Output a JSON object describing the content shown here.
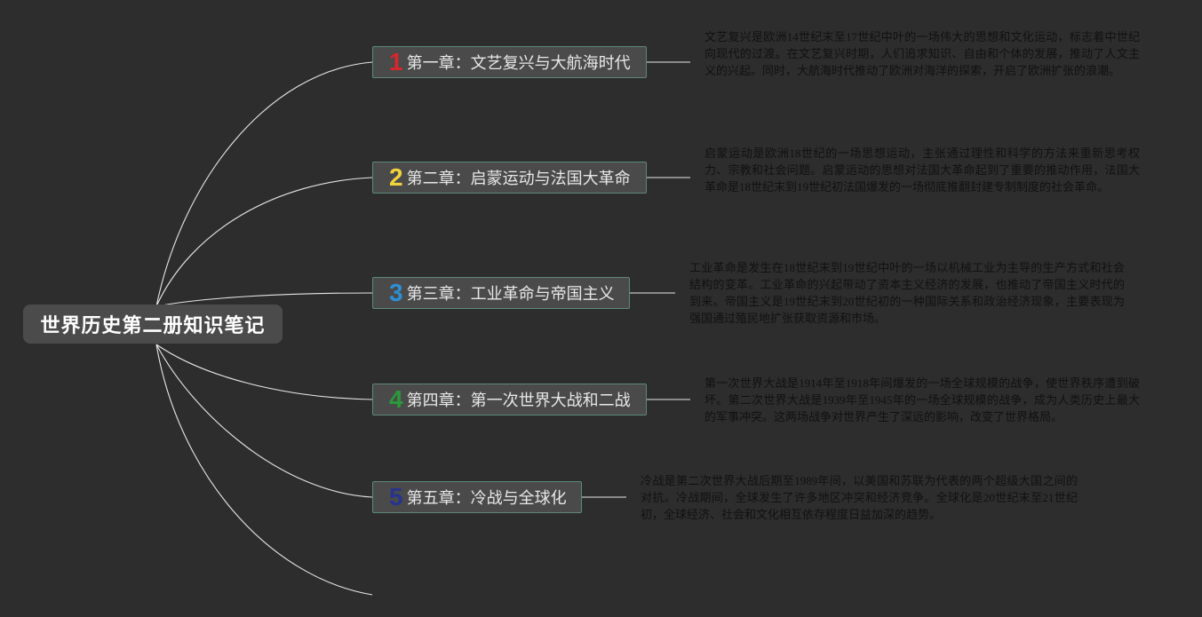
{
  "root": {
    "title": "世界历史第二册知识笔记"
  },
  "chapters": [
    {
      "num": "1",
      "num_color": "#d8262e",
      "title": "第一章：文艺复兴与大航海时代",
      "note": "文艺复兴是欧洲14世纪末至17世纪中叶的一场伟大的思想和文化运动，标志着中世纪向现代的过渡。在文艺复兴时期，人们追求知识、自由和个体的发展，推动了人文主义的兴起。同时，大航海时代推动了欧洲对海洋的探索，开启了欧洲扩张的浪潮。"
    },
    {
      "num": "2",
      "num_color": "#f2d33c",
      "title": "第二章：启蒙运动与法国大革命",
      "note": "启蒙运动是欧洲18世纪的一场思想运动，主张通过理性和科学的方法来重新思考权力、宗教和社会问题。启蒙运动的思想对法国大革命起到了重要的推动作用，法国大革命是18世纪末到19世纪初法国爆发的一场彻底推翻封建专制制度的社会革命。"
    },
    {
      "num": "3",
      "num_color": "#2e8fd4",
      "title": "第三章：工业革命与帝国主义",
      "note": "工业革命是发生在18世纪末到19世纪中叶的一场以机械工业为主导的生产方式和社会结构的变革。工业革命的兴起带动了资本主义经济的发展，也推动了帝国主义时代的到来。帝国主义是19世纪末到20世纪初的一种国际关系和政治经济现象，主要表现为强国通过殖民地扩张获取资源和市场。"
    },
    {
      "num": "4",
      "num_color": "#2a9a3a",
      "title": "第四章：第一次世界大战和二战",
      "note": "第一次世界大战是1914年至1918年间爆发的一场全球规模的战争，使世界秩序遭到破坏。第二次世界大战是1939年至1945年的一场全球规模的战争，成为人类历史上最大的军事冲突。这两场战争对世界产生了深远的影响，改变了世界格局。"
    },
    {
      "num": "5",
      "num_color": "#26348f",
      "title": "第五章：冷战与全球化",
      "note": "冷战是第二次世界大战后期至1989年间，以美国和苏联为代表的两个超级大国之间的对抗。冷战期间，全球发生了许多地区冲突和经济竞争。全球化是20世纪末至21世纪初，全球经济、社会和文化相互依存程度日益加深的趋势。"
    }
  ],
  "colors": {
    "background": "#2d2d2d",
    "connector": "#e6e6e6",
    "node_border": "#5d8a76",
    "node_fill": "#4a4a4a",
    "note_text": "#111111"
  }
}
